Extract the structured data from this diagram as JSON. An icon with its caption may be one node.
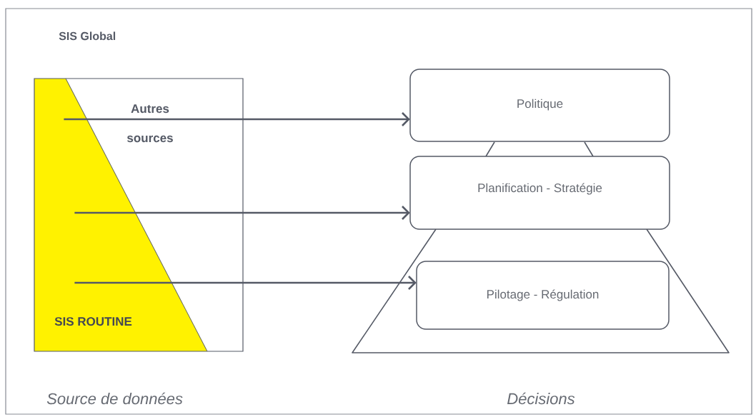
{
  "diagram": {
    "nodes": [
      {
        "text": [
          "SIS Global"
        ]
      },
      {
        "text": [
          "Autres sources",
          "SIS ROUTINE"
        ],
        "in": 0
      },
      {
        "text": [
          "Politique"
        ],
        "in": 0
      },
      {
        "text": [
          "Planification - Stratégie"
        ],
        "in": 0
      },
      {
        "text": [
          "Pilotage - Régulation"
        ],
        "in": 0
      }
    ],
    "edges": [
      {
        "from": 1,
        "to": 2,
        "arrow": "to"
      },
      {
        "from": 1,
        "to": 3,
        "arrow": "to"
      },
      {
        "from": 1,
        "to": 4,
        "arrow": "to"
      }
    ],
    "labels": [
      "Source de données",
      "Décisions"
    ]
  }
}
